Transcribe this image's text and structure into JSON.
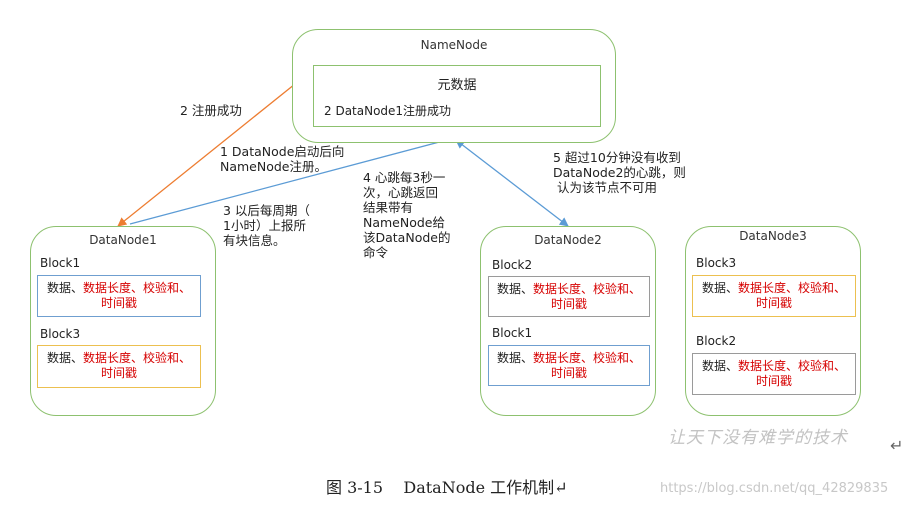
{
  "namenode": {
    "title": "NameNode",
    "metadata_title": "元数据",
    "metadata_line": "2 DataNode1注册成功"
  },
  "field_text": {
    "part1": "数据、",
    "part2": "数据长度、",
    "part3": "校验和、",
    "part4": "时间戳"
  },
  "datanodes": [
    {
      "title": "DataNode1",
      "blocks": [
        {
          "label": "Block1"
        },
        {
          "label": "Block3"
        }
      ]
    },
    {
      "title": "DataNode2",
      "blocks": [
        {
          "label": "Block2"
        },
        {
          "label": "Block1"
        }
      ]
    },
    {
      "title": "DataNode3",
      "blocks": [
        {
          "label": "Block3"
        },
        {
          "label": "Block2"
        }
      ]
    }
  ],
  "annotations": {
    "register_success": "2 注册成功",
    "register_request": [
      "1 DataNode启动后向",
      "NameNode注册。"
    ],
    "report_block": [
      "3 以后每周期（",
      "1小时）上报所",
      "有块信息。"
    ],
    "heartbeat": [
      "4 心跳每3秒一",
      "次，心跳返回",
      "结果带有",
      "NameNode给",
      "该DataNode的",
      "命令"
    ],
    "timeout": [
      "5 超过10分钟没有收到",
      "DataNode2的心跳，则",
      "认为该节点不可用"
    ]
  },
  "colors": {
    "node_border": "#8dc16f",
    "box_blue": "#6f9fd0",
    "box_yellow": "#ecc050",
    "box_gray": "#9a9a9a",
    "arrow_orange": "#ed7d31",
    "arrow_blue": "#5b9bd5",
    "highlight_red": "#d60000"
  },
  "caption": "图 3-15    DataNode 工作机制↵",
  "watermarks": {
    "handwriting": "让天下没有难学的技术",
    "url": "https://blog.csdn.net/qq_42829835",
    "return_mark": "↵"
  }
}
